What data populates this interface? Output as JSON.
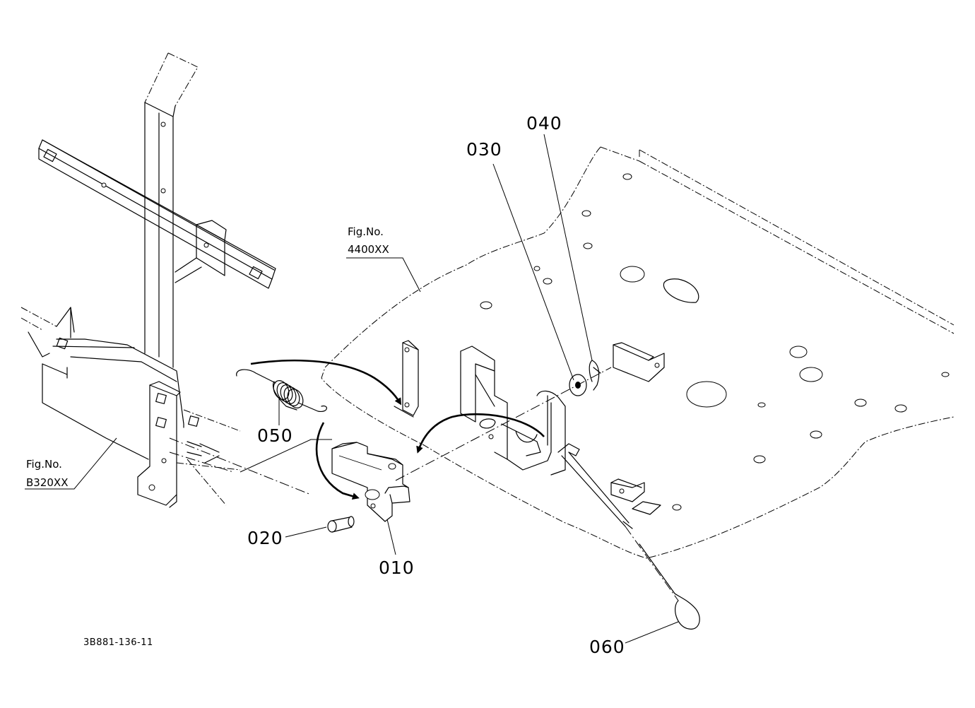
{
  "callouts": {
    "part_010": "010",
    "part_020": "020",
    "part_030": "030",
    "part_040": "040",
    "part_050": "050",
    "part_060": "060"
  },
  "figure_refs": {
    "left": {
      "label": "Fig.No.",
      "number": "B320XX"
    },
    "center": {
      "label": "Fig.No.",
      "number": "4400XX"
    }
  },
  "diagram_code": "3B881-136-11"
}
